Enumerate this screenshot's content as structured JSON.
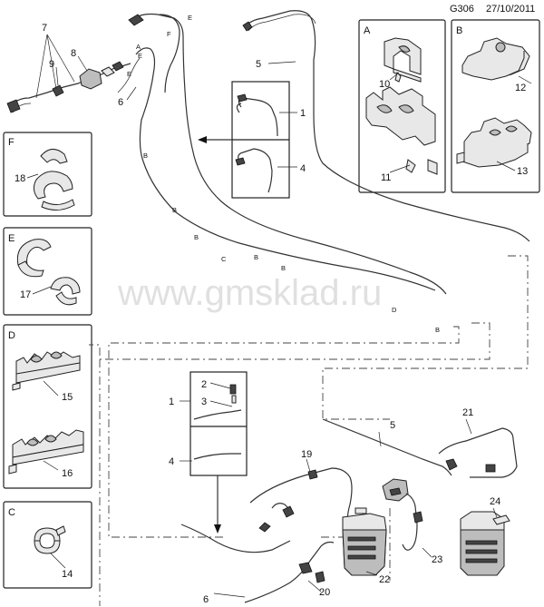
{
  "header": {
    "code": "G306",
    "date": "27/10/2011"
  },
  "watermark": "www.gmsklad.ru",
  "insets": {
    "A": "A",
    "B": "B",
    "C": "C",
    "D": "D",
    "E": "E",
    "F": "F"
  },
  "callouts": {
    "c1": "1",
    "c2": "2",
    "c3": "3",
    "c4": "4",
    "c5": "5",
    "c6": "6",
    "c7": "7",
    "c8": "8",
    "c9": "9",
    "c10": "10",
    "c11": "11",
    "c12": "12",
    "c13": "13",
    "c14": "14",
    "c15": "15",
    "c16": "16",
    "c17": "17",
    "c18": "18",
    "c19": "19",
    "c20": "20",
    "c21": "21",
    "c22": "22",
    "c23": "23",
    "c24": "24"
  },
  "clip_refs": {
    "A": "A",
    "B": "B",
    "C": "C",
    "D": "D",
    "E": "E",
    "F": "F"
  }
}
